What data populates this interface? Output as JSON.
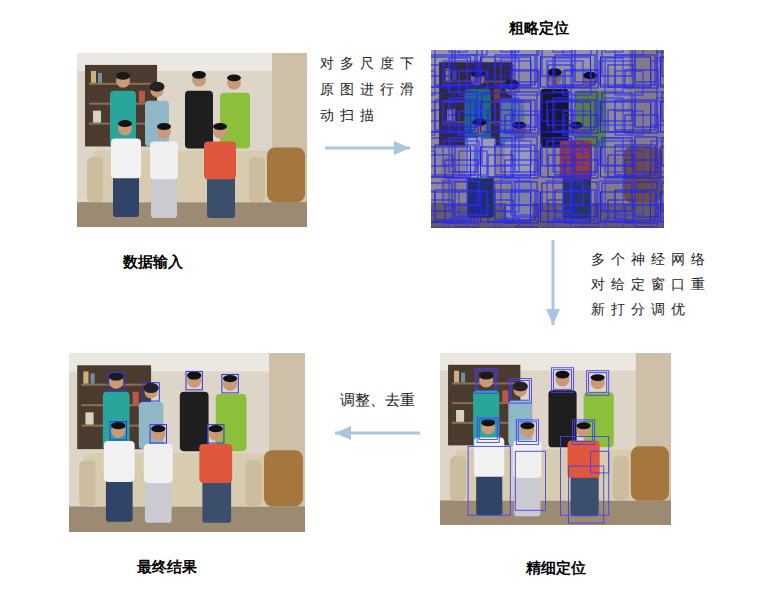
{
  "diagram": {
    "nodes": [
      {
        "text": [
          "数据输入"
        ]
      },
      {
        "text": [
          "粗略定位"
        ]
      },
      {
        "text": [
          "精细定位"
        ]
      },
      {
        "text": [
          "最终结果"
        ]
      }
    ],
    "edges": [
      {
        "from": 0,
        "to": 1,
        "label": "对多尺度下原图进行滑动扫描",
        "arrow": "to"
      },
      {
        "from": 1,
        "to": 2,
        "label": "多个神经网络对给定窗口重新打分调优",
        "arrow": "to"
      },
      {
        "from": 2,
        "to": 3,
        "label": "调整、去重",
        "arrow": "to"
      }
    ]
  }
}
